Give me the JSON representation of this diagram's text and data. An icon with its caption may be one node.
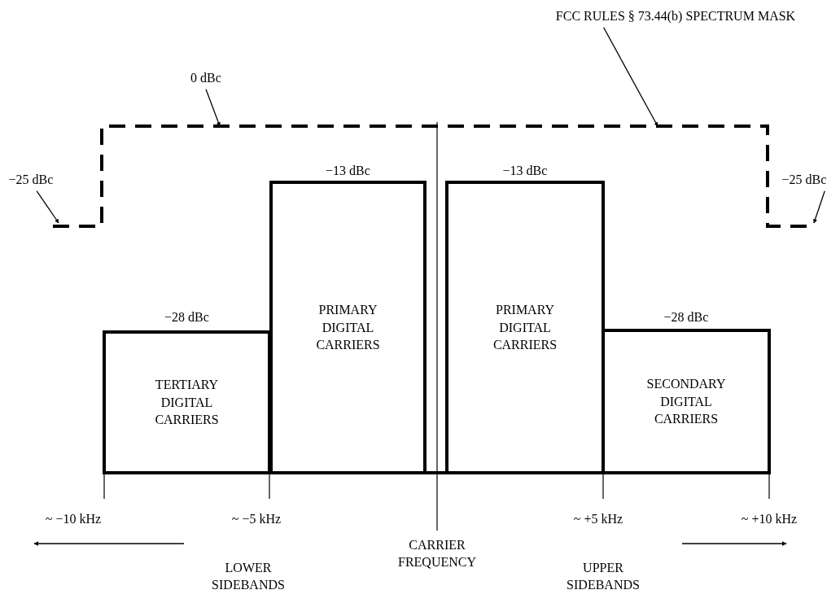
{
  "diagram": {
    "nodes": [
      {
        "text": [
          "FCC RULES § 73.44(b) SPECTRUM MASK"
        ]
      },
      {
        "text": [
          "0 dBc"
        ]
      },
      {
        "text": [
          "−25 dBc"
        ]
      },
      {
        "text": [
          "−25 dBc"
        ]
      },
      {
        "text": [],
        "shape": "box"
      },
      {
        "text": [
          "TERTIARY DIGITAL CARRIERS"
        ],
        "beside": [
          "−28 dBc"
        ]
      },
      {
        "text": [
          "PRIMARY DIGITAL CARRIERS"
        ]
      },
      {
        "text": [
          "PRIMARY DIGITAL CARRIERS"
        ]
      },
      {
        "text": [
          "SECONDARY DIGITAL CARRIERS"
        ],
        "beside": [
          "−28 dBc"
        ]
      }
    ],
    "edges": [
      {
        "from": 0,
        "to": 4,
        "arrow": "to"
      },
      {
        "from": 1,
        "to": 4,
        "arrow": "to"
      },
      {
        "from": 2,
        "to": 4,
        "arrow": "to"
      },
      {
        "from": 3,
        "to": 4,
        "arrow": "to"
      }
    ],
    "labels": [
      "−13 dBc",
      "−13 dBc",
      "~ −10 kHz",
      "~ −5 kHz",
      "~ +5 kHz",
      "~ +10 kHz",
      "CARRIER FREQUENCY",
      "LOWER SIDEBANDS",
      "UPPER SIDEBANDS"
    ]
  }
}
